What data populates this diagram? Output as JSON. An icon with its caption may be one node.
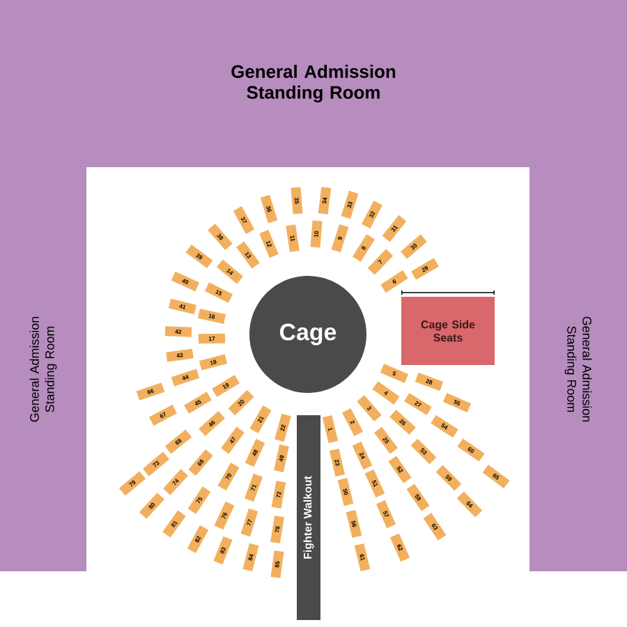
{
  "diagram": {
    "nodes": [
      {
        "text": [
          "General Admission Standing Room"
        ]
      },
      {
        "text": [
          "General Admission Standing Room"
        ]
      },
      {
        "text": [
          "General Admission Standing Room"
        ]
      },
      {
        "text": [
          "Cage"
        ]
      },
      {
        "text": [
          "Cage Side Seats"
        ]
      },
      {
        "text": [
          "Fighter Walkout"
        ]
      },
      {
        "text": [
          "1"
        ]
      },
      {
        "text": [
          "2"
        ]
      },
      {
        "text": [
          "3"
        ]
      },
      {
        "text": [
          "4"
        ]
      },
      {
        "text": [
          "5"
        ]
      },
      {
        "text": [
          "6"
        ]
      },
      {
        "text": [
          "7"
        ]
      },
      {
        "text": [
          "8"
        ]
      },
      {
        "text": [
          "9"
        ]
      },
      {
        "text": [
          "10"
        ]
      },
      {
        "text": [
          "11"
        ]
      },
      {
        "text": [
          "12"
        ]
      },
      {
        "text": [
          "13"
        ]
      },
      {
        "text": [
          "14"
        ]
      },
      {
        "text": [
          "15"
        ]
      },
      {
        "text": [
          "16"
        ]
      },
      {
        "text": [
          "17"
        ]
      },
      {
        "text": [
          "18"
        ]
      },
      {
        "text": [
          "19"
        ]
      },
      {
        "text": [
          "20"
        ]
      },
      {
        "text": [
          "21"
        ]
      },
      {
        "text": [
          "22"
        ]
      },
      {
        "text": [
          "23"
        ]
      },
      {
        "text": [
          "24"
        ]
      },
      {
        "text": [
          "25"
        ]
      },
      {
        "text": [
          "26"
        ]
      },
      {
        "text": [
          "27"
        ]
      },
      {
        "text": [
          "28"
        ]
      },
      {
        "text": [
          "29"
        ]
      },
      {
        "text": [
          "30"
        ]
      },
      {
        "text": [
          "31"
        ]
      },
      {
        "text": [
          "32"
        ]
      },
      {
        "text": [
          "33"
        ]
      },
      {
        "text": [
          "34"
        ]
      },
      {
        "text": [
          "35"
        ]
      },
      {
        "text": [
          "36"
        ]
      },
      {
        "text": [
          "37"
        ]
      },
      {
        "text": [
          "38"
        ]
      },
      {
        "text": [
          "39"
        ]
      },
      {
        "text": [
          "40"
        ]
      },
      {
        "text": [
          "41"
        ]
      },
      {
        "text": [
          "42"
        ]
      },
      {
        "text": [
          "43"
        ]
      },
      {
        "text": [
          "44"
        ]
      },
      {
        "text": [
          "45"
        ]
      },
      {
        "text": [
          "46"
        ]
      },
      {
        "text": [
          "47"
        ]
      },
      {
        "text": [
          "48"
        ]
      },
      {
        "text": [
          "49"
        ]
      },
      {
        "text": [
          "50"
        ]
      },
      {
        "text": [
          "51"
        ]
      },
      {
        "text": [
          "52"
        ]
      },
      {
        "text": [
          "53"
        ]
      },
      {
        "text": [
          "54"
        ]
      },
      {
        "text": [
          "55"
        ]
      },
      {
        "text": [
          "56"
        ]
      },
      {
        "text": [
          "57"
        ]
      },
      {
        "text": [
          "58"
        ]
      },
      {
        "text": [
          "59"
        ]
      },
      {
        "text": [
          "60"
        ]
      },
      {
        "text": [
          "61"
        ]
      },
      {
        "text": [
          "62"
        ]
      },
      {
        "text": [
          "63"
        ]
      },
      {
        "text": [
          "64"
        ]
      },
      {
        "text": [
          "65"
        ]
      },
      {
        "text": [
          "66"
        ]
      },
      {
        "text": [
          "67"
        ]
      },
      {
        "text": [
          "68"
        ]
      },
      {
        "text": [
          "69"
        ]
      },
      {
        "text": [
          "70"
        ]
      },
      {
        "text": [
          "71"
        ]
      },
      {
        "text": [
          "72"
        ]
      },
      {
        "text": [
          "73"
        ]
      },
      {
        "text": [
          "74"
        ]
      },
      {
        "text": [
          "75"
        ]
      },
      {
        "text": [
          "76"
        ]
      },
      {
        "text": [
          "77"
        ]
      },
      {
        "text": [
          "78"
        ]
      },
      {
        "text": [
          "79"
        ]
      },
      {
        "text": [
          "80"
        ]
      },
      {
        "text": [
          "81"
        ]
      },
      {
        "text": [
          "82"
        ]
      },
      {
        "text": [
          "83"
        ]
      },
      {
        "text": [
          "84"
        ]
      },
      {
        "text": [
          "85"
        ]
      }
    ]
  }
}
